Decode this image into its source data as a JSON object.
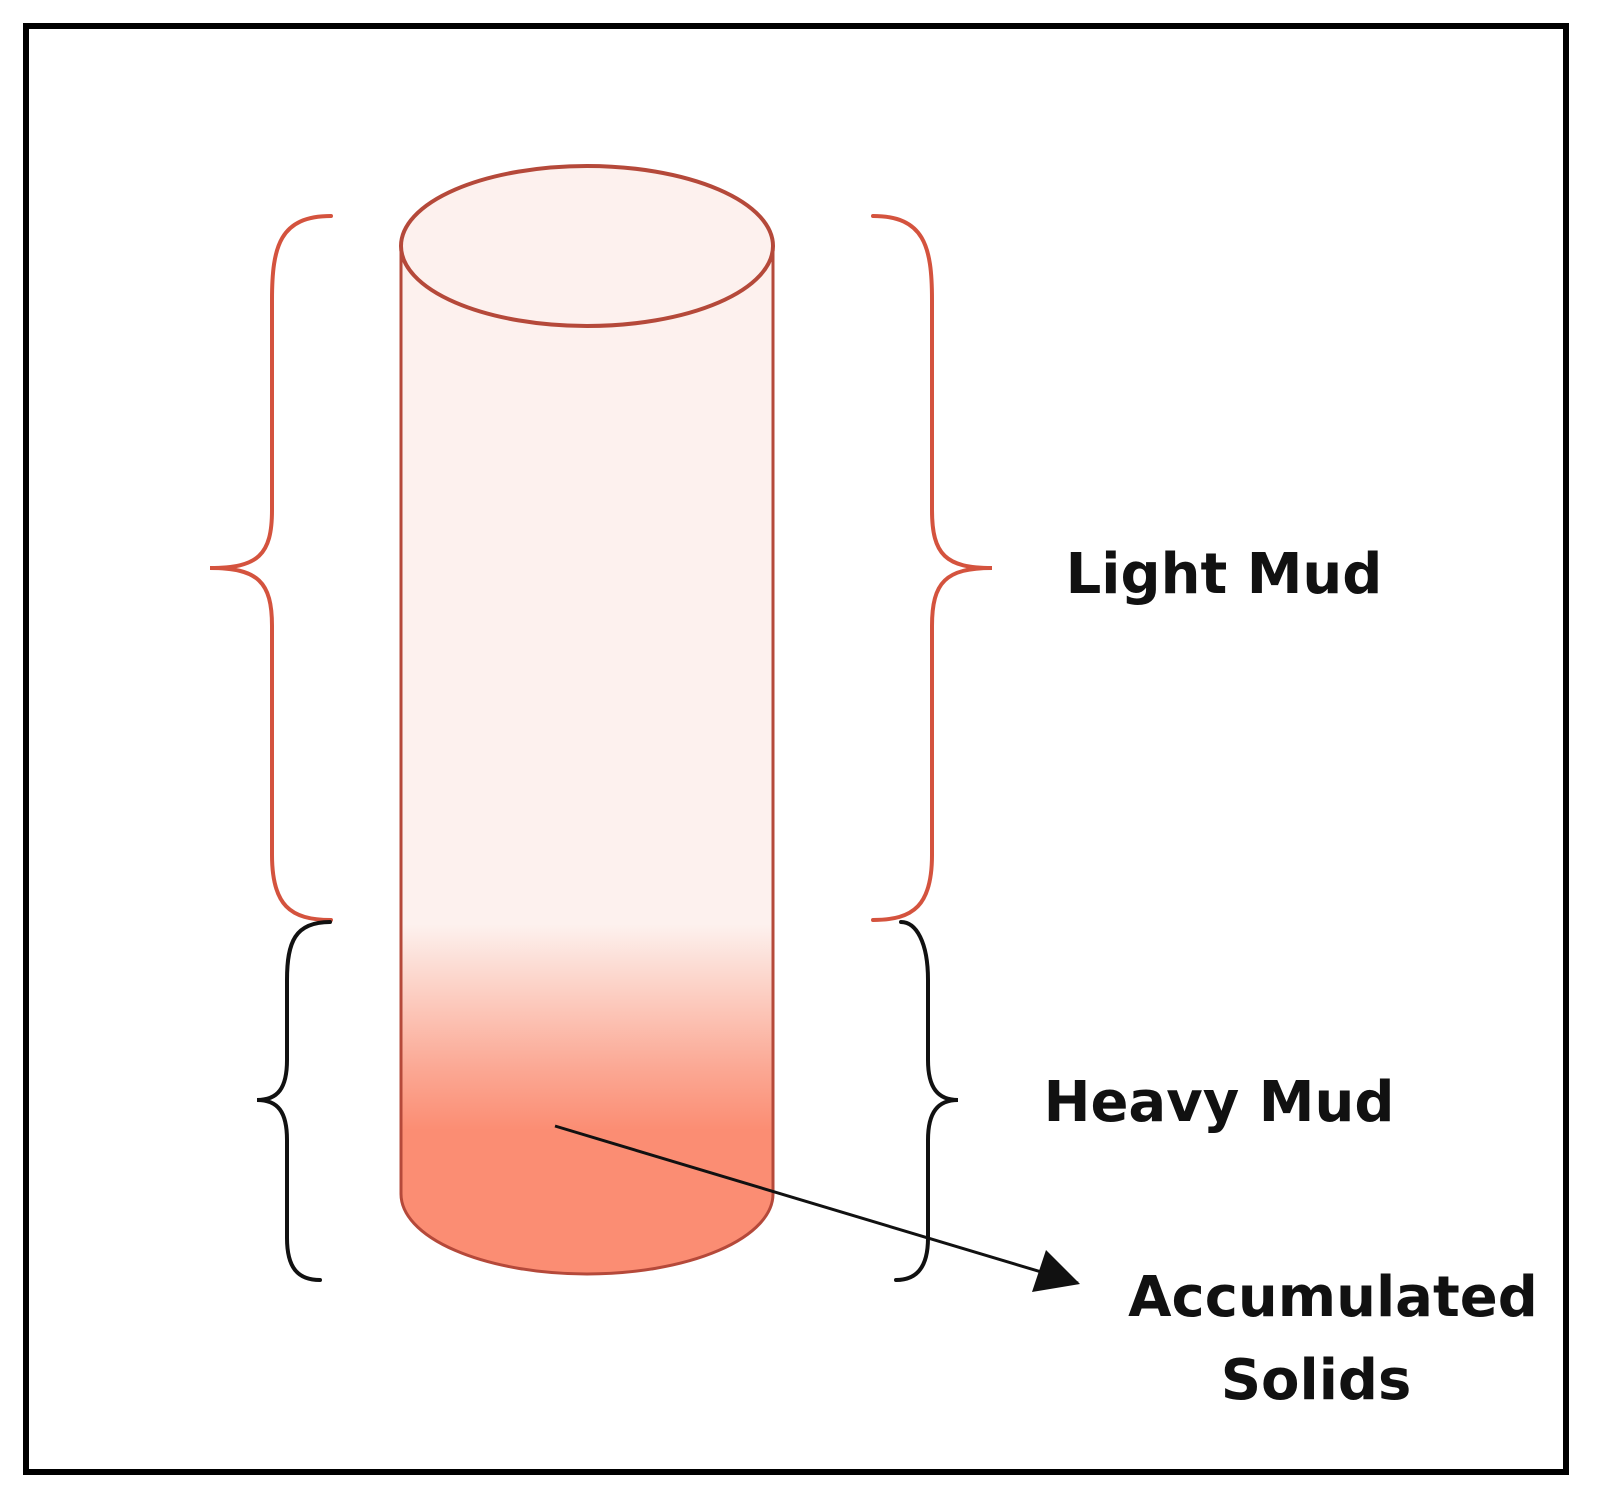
{
  "labels": {
    "light_mud": "Light Mud",
    "heavy_mud": "Heavy Mud",
    "accumulated_solids_line1": "Accumulated",
    "accumulated_solids_line2": "Solids"
  },
  "colors": {
    "frame": "#000000",
    "cylinder_outline": "#b5493a",
    "cylinder_light_fill": "#fdf1ee",
    "cylinder_heavy_fill": "#fb8d73",
    "light_brace": "#d4533e",
    "heavy_brace": "#111111",
    "arrow": "#111111",
    "text": "#111111"
  }
}
